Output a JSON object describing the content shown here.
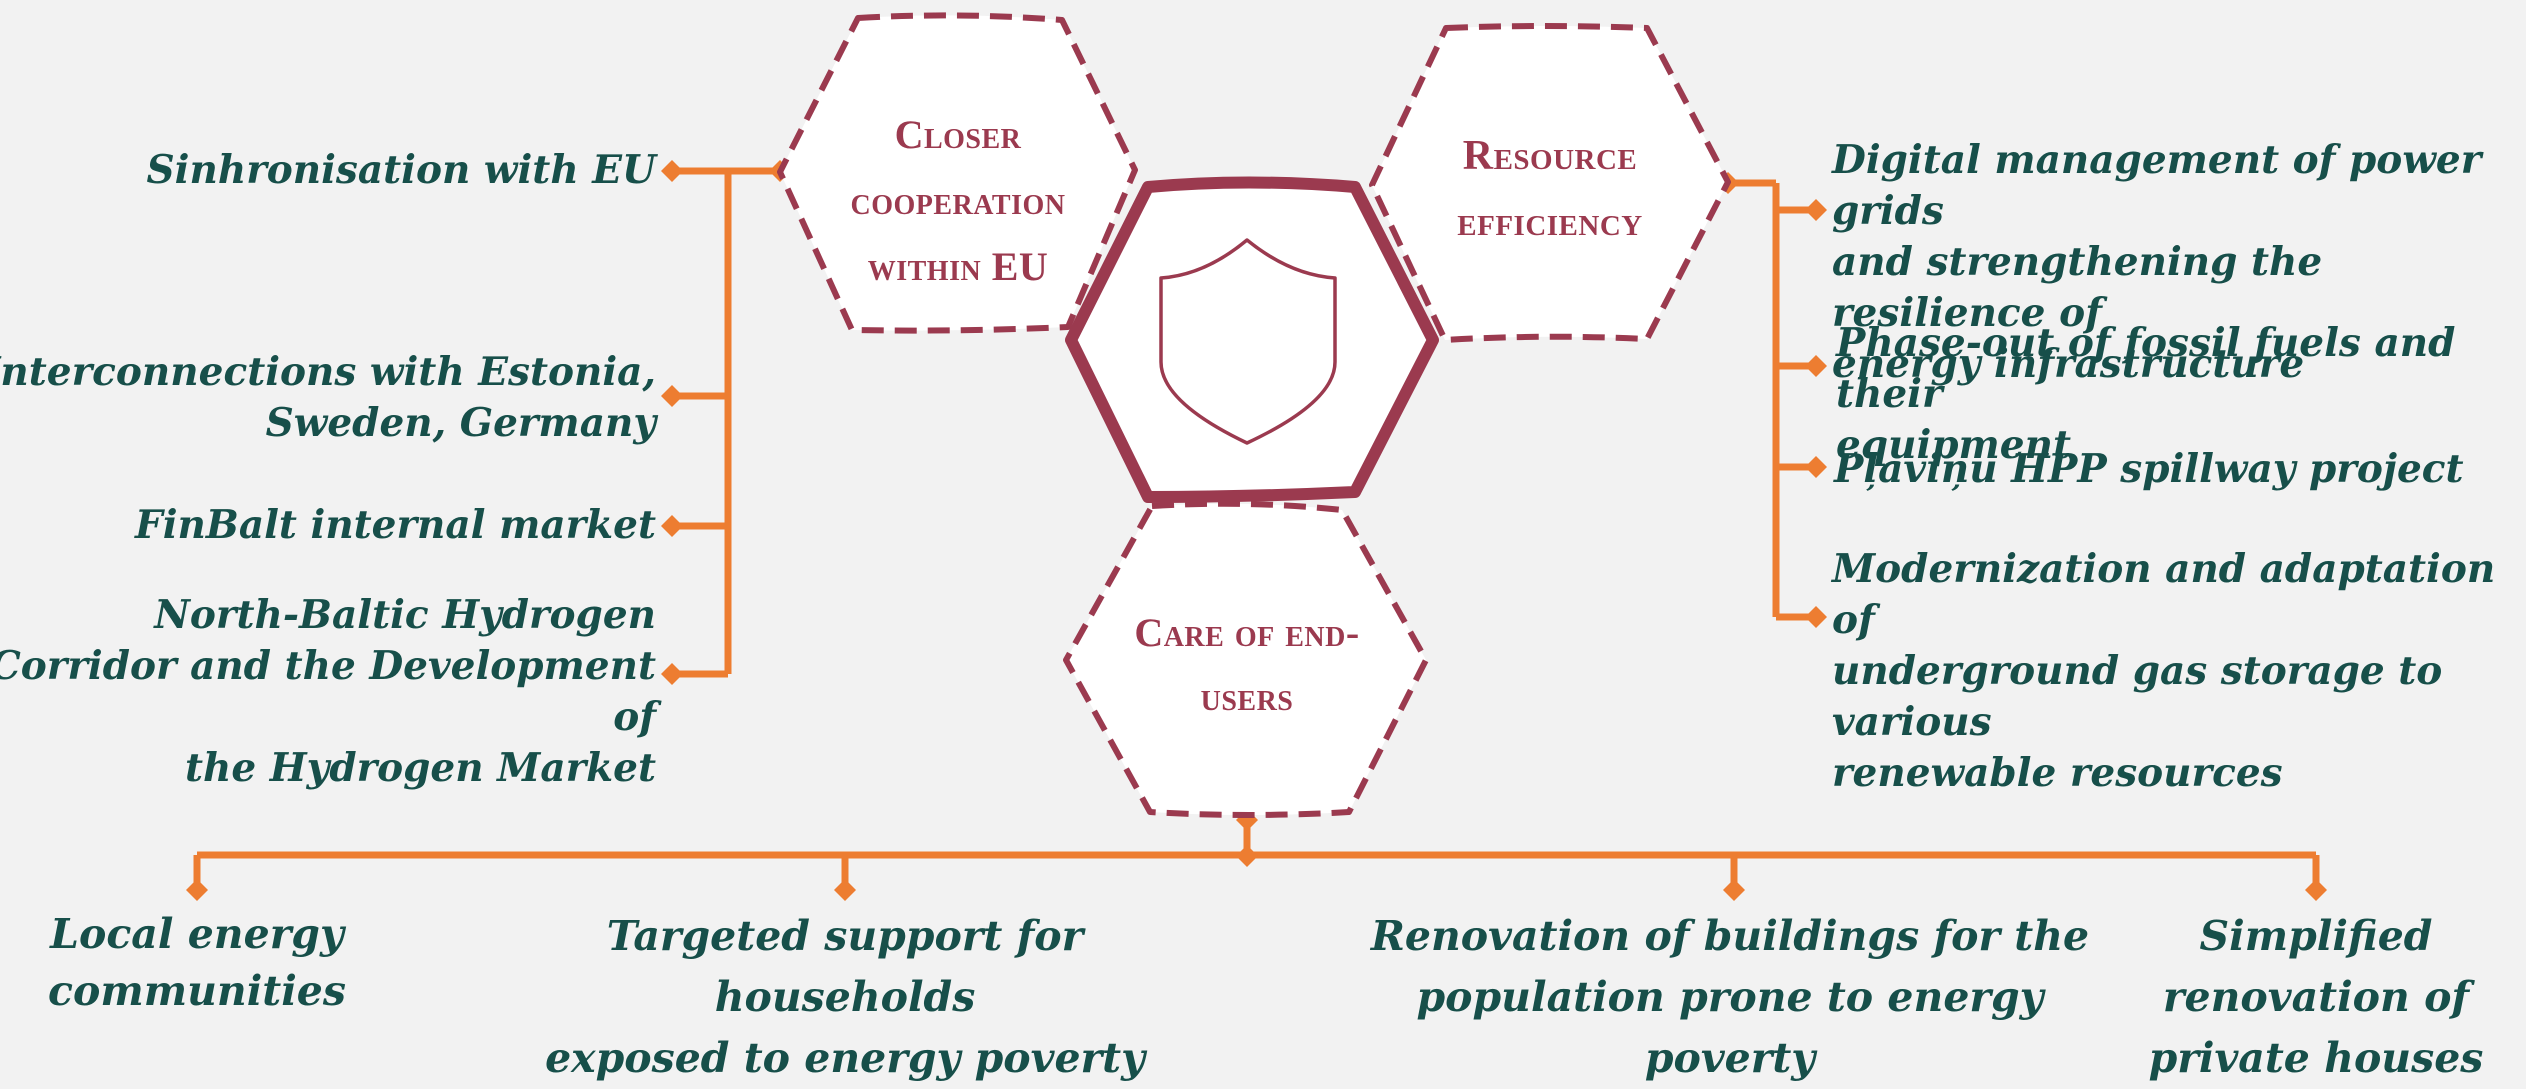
{
  "colors": {
    "background": "#f2f2f2",
    "connector": "#ed7d31",
    "hexagon_border": "#9b3a4f",
    "hexagon_fill": "#ffffff",
    "hexagon_text": "#9b3a4f",
    "label_text": "#174f4a"
  },
  "center": {
    "icon": "shield-icon"
  },
  "hexagons": {
    "closer_cooperation": "Closer\ncooperation\nwithin EU",
    "resource_efficiency": "Resource\nefficiency",
    "care_of_end_users": "Care of end-\nusers"
  },
  "left_items": [
    "Sinhronisation with EU",
    "Interconnections with Estonia,\nSweden, Germany",
    "FinBalt internal market",
    "North-Baltic Hydrogen\nCorridor and the Development of\nthe Hydrogen Market"
  ],
  "right_items": [
    "Digital management of power grids\nand strengthening the resilience of\nenergy infrastructure",
    "Phase-out of fossil fuels and their\nequipment",
    "Pļaviņu HPP spillway project",
    "Modernization and adaptation of\nunderground gas storage to various\nrenewable resources"
  ],
  "bottom_items": [
    "Local energy\ncommunities",
    "Targeted support for households\nexposed to energy poverty",
    "Renovation of buildings for the\npopulation prone to energy poverty",
    "Simplified\nrenovation of\nprivate houses"
  ]
}
